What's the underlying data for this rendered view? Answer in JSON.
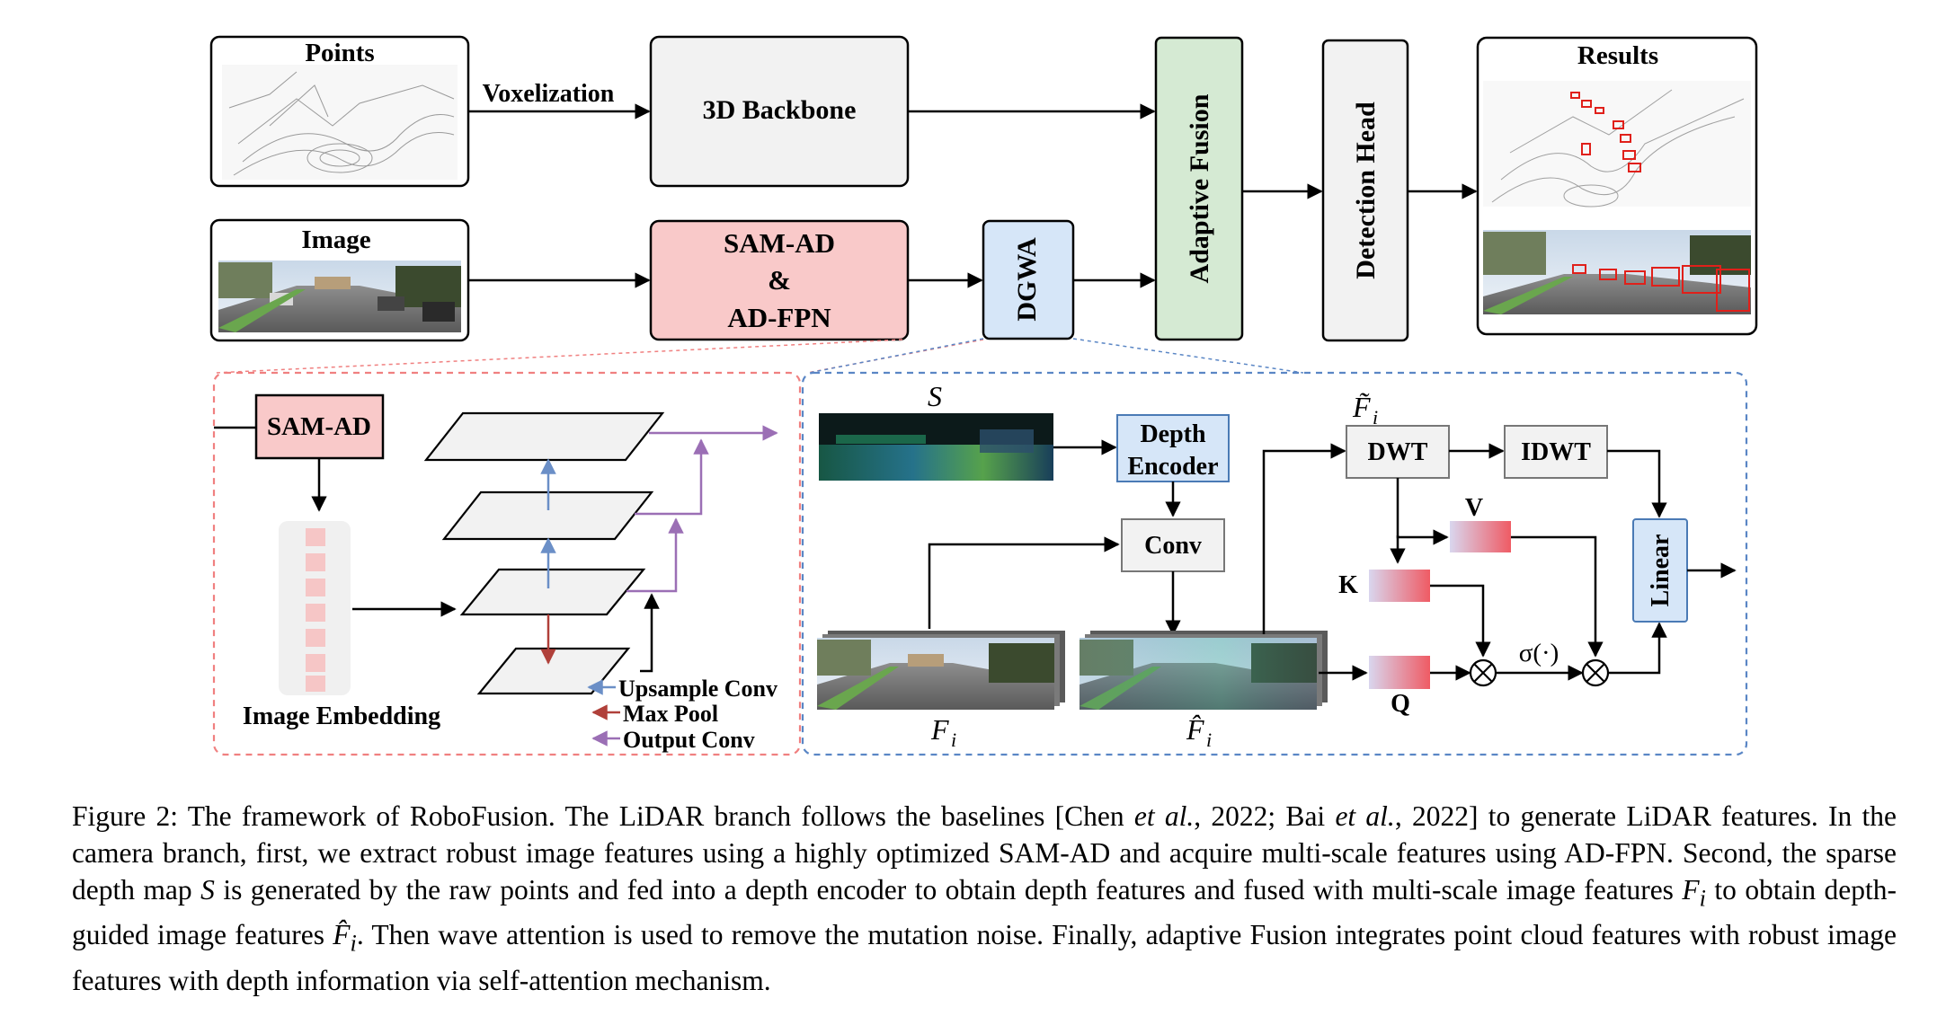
{
  "diagram": {
    "top": {
      "points_title": "Points",
      "voxelization": "Voxelization",
      "backbone": "3D Backbone",
      "image_title": "Image",
      "samad_line1": "SAM-AD",
      "samad_line2": "&",
      "samad_line3": "AD-FPN",
      "dgwa": "DGWA",
      "adaptive_fusion": "Adaptive Fusion",
      "detection_head": "Detection Head",
      "results_title": "Results"
    },
    "left_panel": {
      "samad": "SAM-AD",
      "image_embedding": "Image Embedding",
      "legend": [
        {
          "label": "Upsample Conv",
          "color": "#6b8fc7"
        },
        {
          "label": "Max Pool",
          "color": "#b0403a"
        },
        {
          "label": "Output Conv",
          "color": "#9b6fb5"
        }
      ]
    },
    "right_panel": {
      "s_label": "S",
      "depth_encoder_line1": "Depth",
      "depth_encoder_line2": "Encoder",
      "conv": "Conv",
      "fi_label": "F",
      "fi_sub": "i",
      "fhat_label": "F̂",
      "fhat_sub": "i",
      "ftilde_label": "F̃",
      "ftilde_sub": "i",
      "dwt": "DWT",
      "idwt": "IDWT",
      "v": "V",
      "k": "K",
      "q": "Q",
      "sigma": "σ(·)",
      "linear": "Linear"
    },
    "colors": {
      "samad_fill": "#f9c9c9",
      "samad_stroke": "#d9534f",
      "dgwa_fill": "#d6e6f8",
      "dgwa_stroke": "#4a7ab5",
      "fusion_fill": "#d5ead3",
      "fusion_stroke": "#3d7a3d",
      "box_fill": "#f2f2f2",
      "left_dashed": "#f08080",
      "right_dashed": "#5a86c5"
    }
  },
  "caption": {
    "seg1": "Figure 2: The framework of RoboFusion. The LiDAR branch follows the baselines  [Chen ",
    "seg2": "et al.",
    "seg3": ", 2022; Bai ",
    "seg4": "et al.",
    "seg5": ", 2022] to generate LiDAR features. In the camera branch, first, we extract robust image features using a highly optimized SAM-AD and acquire multi-scale features using AD-FPN. Second, the sparse depth map ",
    "seg6": "S",
    "seg7": " is generated by the raw points and fed into a depth encoder to obtain depth features and fused with multi-scale image features ",
    "seg8": "F",
    "seg9": "i",
    "seg10": " to obtain depth-guided image features ",
    "seg11": "F̂",
    "seg12": "i",
    "seg13": ". Then wave attention is used to remove the mutation noise. Finally, adaptive Fusion integrates point cloud features with robust image features with depth information via self-attention mechanism."
  }
}
